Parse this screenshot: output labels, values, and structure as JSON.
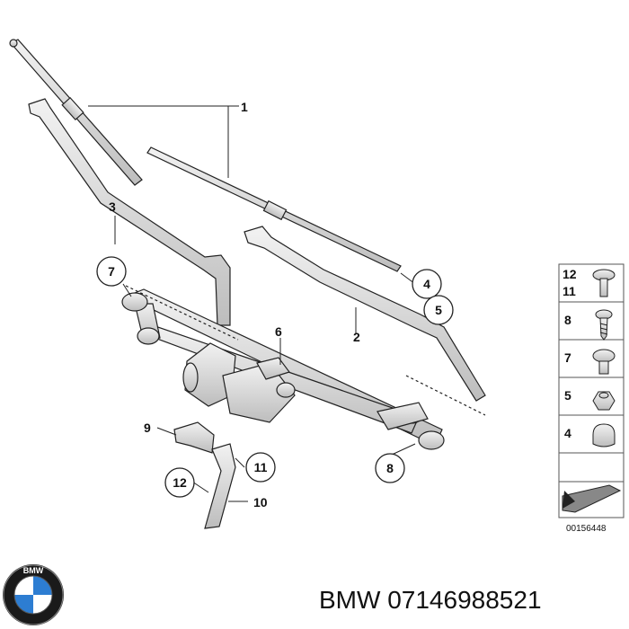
{
  "callouts": {
    "c1": "1",
    "c2": "2",
    "c3": "3",
    "c4": "4",
    "c5": "5",
    "c6": "6",
    "c7": "7",
    "c8": "8",
    "c9": "9",
    "c10": "10",
    "c11": "11",
    "c12": "12"
  },
  "legend": {
    "row1_top": "12",
    "row1_bottom": "11",
    "row2": "8",
    "row3": "7",
    "row4": "5",
    "row5": "4"
  },
  "diagram_number": "00156448",
  "footer": {
    "brand": "BMW",
    "part_number": "07146988521"
  },
  "colors": {
    "line": "#222222",
    "part_fill": "#e6e6e6",
    "legend_border": "#555555"
  }
}
